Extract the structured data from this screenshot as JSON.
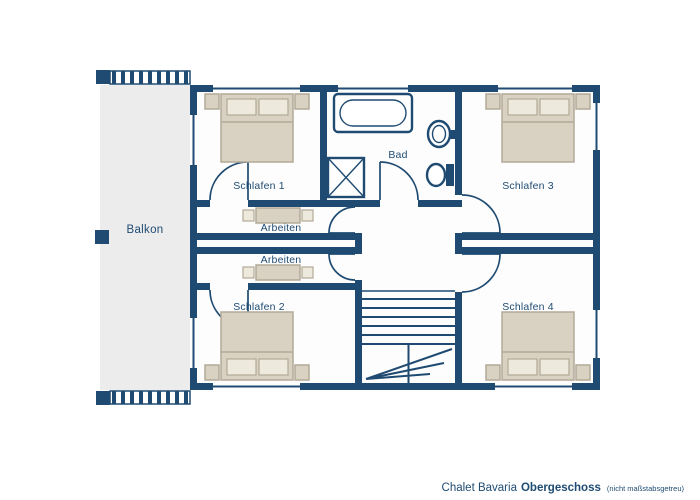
{
  "palette": {
    "wall": "#1f4b72",
    "furniture": "#d9d2c3",
    "furniture_light": "#eee9dd",
    "balcony_floor": "#ececec"
  },
  "plan": {
    "rooms": {
      "balcony": "Balkon",
      "bedroom1": "Schlafen 1",
      "bedroom2": "Schlafen 2",
      "bedroom3": "Schlafen 3",
      "bedroom4": "Schlafen 4",
      "bathroom": "Bad",
      "work_top": "Arbeiten",
      "work_bottom": "Arbeiten"
    }
  },
  "footer": {
    "name": "Chalet Bavaria",
    "floor": "Obergeschoss",
    "note": "(nicht maßstabsgetreu)"
  }
}
